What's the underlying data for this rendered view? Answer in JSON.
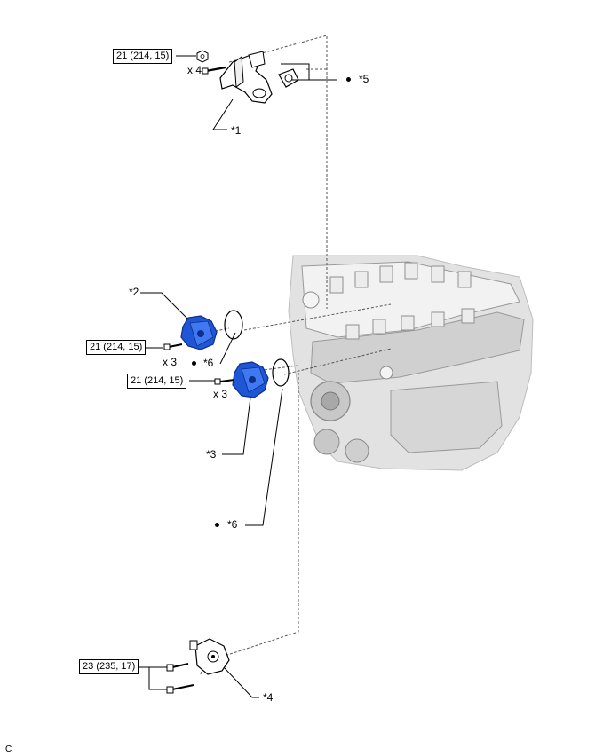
{
  "torque": {
    "top": "21 (214, 15)",
    "left_mid": "21 (214, 15)",
    "right_mid": "21 (214, 15)",
    "bottom": "23 (235, 17)"
  },
  "qty": {
    "top": "x 4",
    "left_mid": "x 3",
    "right_mid": "x 3"
  },
  "callouts": {
    "p1": "*1",
    "p2": "*2",
    "p3": "*3",
    "p4": "*4",
    "p5": "*5",
    "p6a": "*6",
    "p6b": "*6"
  },
  "corner_code": "C",
  "colors": {
    "water_pump": "#1f56d6",
    "line": "#000000",
    "engine": "#d9d9d9"
  }
}
